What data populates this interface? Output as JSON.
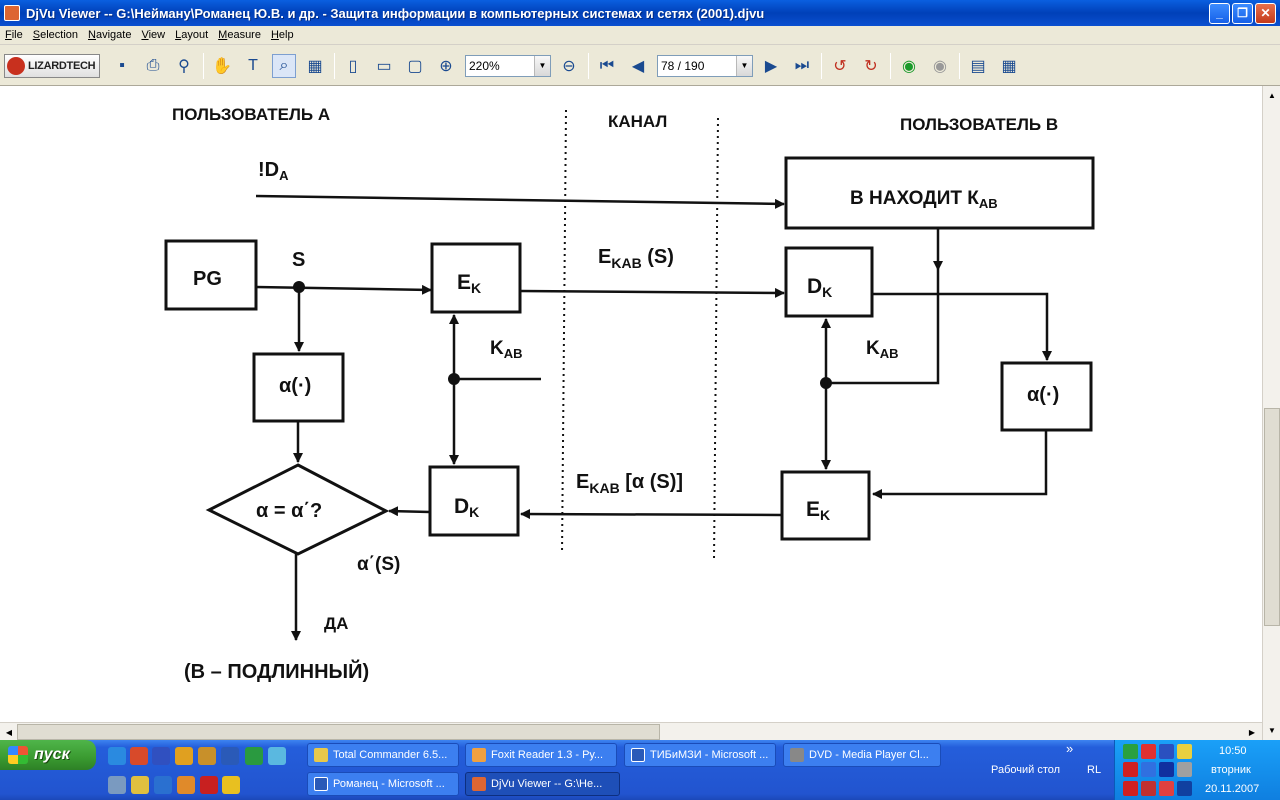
{
  "window": {
    "title": "DjVu Viewer -- G:\\Нейману\\Романец Ю.В. и др. - Защита информации в компьютерных системах и сетях (2001).djvu",
    "minimize": "_",
    "restore": "❐",
    "close": "✕"
  },
  "menu": [
    "File",
    "Selection",
    "Navigate",
    "View",
    "Layout",
    "Measure",
    "Help"
  ],
  "toolbar": {
    "logo_text": "LIZARDTECH",
    "zoom_value": "220%",
    "page_value": "78 / 190"
  },
  "diagram": {
    "user_a": "ПОЛЬЗОВАТЕЛЬ  А",
    "channel": "КАНАЛ",
    "user_b": "ПОЛЬЗОВАТЕЛЬ  В",
    "id_a": "!D",
    "id_a_sub": "A",
    "b_finds": "В  НАХОДИТ  К",
    "b_finds_sub": "AB",
    "pg": "PG",
    "s": "S",
    "ek_top": "E",
    "ek_top_sub": "K",
    "ekab_s": "E",
    "ekab_s_sub": "KAB",
    "ekab_s_tail": " (S)",
    "dk_top": "D",
    "dk_top_sub": "K",
    "kab_left": "K",
    "kab_left_sub": "AB",
    "kab_right": "K",
    "kab_right_sub": "AB",
    "alpha_left": "α(·)",
    "alpha_right": "α(·)",
    "compare": "α = α΄?",
    "dk_bottom": "D",
    "dk_bottom_sub": "K",
    "ek_bottom": "E",
    "ek_bottom_sub": "K",
    "ekab_alpha": "E",
    "ekab_alpha_sub": "KAB",
    "ekab_alpha_tail": " [α (S)]",
    "alpha_prime_s": "α΄(S)",
    "yes": "ДА",
    "result": "(В – ПОДЛИННЫЙ)"
  },
  "taskbar": {
    "start": "пуск",
    "tasks_row1": [
      "Total Commander 6.5...",
      "Foxit Reader 1.3 - Ру...",
      "ТИБиМЗИ - Microsoft ...",
      "DVD - Media Player Cl..."
    ],
    "tasks_row2": [
      "Романец - Microsoft ...",
      "DjVu Viewer -- G:\\Не..."
    ],
    "more": "»",
    "desktop_label": "Рабочий стол",
    "lang": "RL",
    "time": "10:50",
    "weekday": "вторник",
    "date": "20.11.2007"
  }
}
